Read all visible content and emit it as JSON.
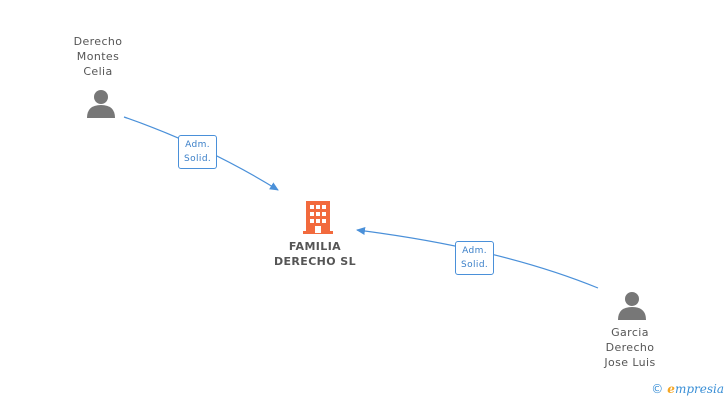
{
  "nodes": {
    "person_1": {
      "lines": [
        "Derecho",
        "Montes",
        "Celia"
      ]
    },
    "company": {
      "lines": [
        "FAMILIA",
        "DERECHO SL"
      ]
    },
    "person_2": {
      "lines": [
        "Garcia",
        "Derecho",
        "Jose Luis"
      ]
    }
  },
  "edges": [
    {
      "from": "person_1",
      "to": "company",
      "label": [
        "Adm.",
        "Solid."
      ]
    },
    {
      "from": "person_2",
      "to": "company",
      "label": [
        "Adm.",
        "Solid."
      ]
    }
  ],
  "watermark": {
    "symbol": "©",
    "brand_initial": "e",
    "brand_rest": "mpresia"
  },
  "colors": {
    "edge": "#4a90d9",
    "company_icon": "#f26a3d",
    "person_icon": "#777777"
  },
  "icons": {
    "person": "person-icon",
    "company": "building-icon"
  }
}
